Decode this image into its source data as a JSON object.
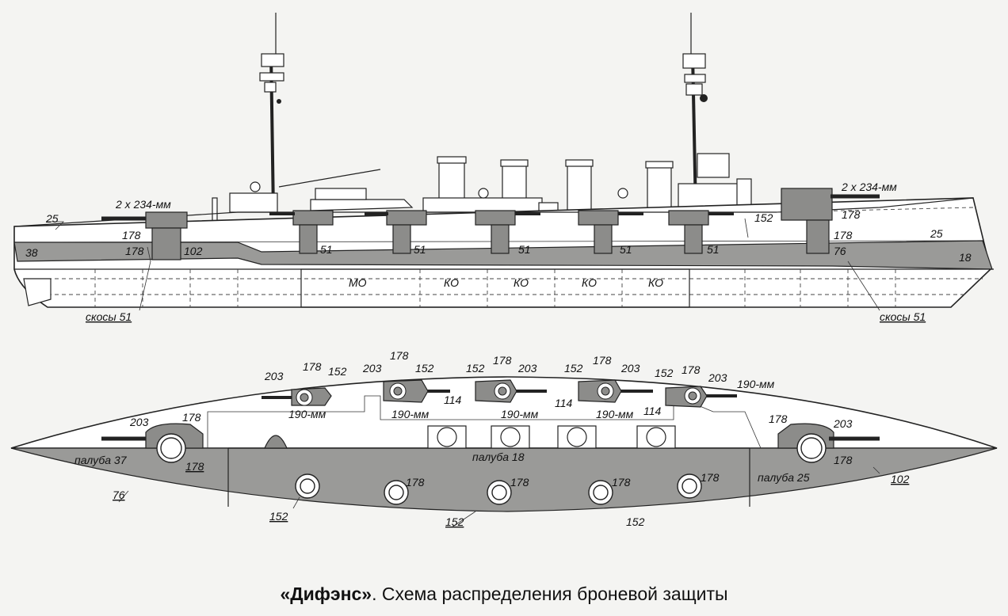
{
  "figure": {
    "caption_bold": "«Дифэнс»",
    "caption_rest": ". Схема распределения броневой защиты"
  },
  "profile": {
    "turret_fore_label": "2 x 234-мм",
    "turret_aft_label": "2 x 234-мм",
    "bow_upper": "25",
    "bow_belt": "38",
    "barbette_fore": "178",
    "belt_fore": "178",
    "bulkhead_fore": "102",
    "casemate_1": "51",
    "casemate_2": "51",
    "casemate_3": "51",
    "casemate_4": "51",
    "casemate_5": "51",
    "aft_bulkhead": "152",
    "turret_aft_front": "178",
    "barbette_aft": "178",
    "stern_upper": "25",
    "stern_belt_76": "76",
    "stern_belt_18": "18",
    "compartment_mo": "МО",
    "compartment_ko1": "КО",
    "compartment_ko2": "КО",
    "compartment_ko3": "КО",
    "compartment_ko4": "КО",
    "slopes_fore": "скосы 51",
    "slopes_aft": "скосы 51"
  },
  "plan": {
    "t1_203": "203",
    "t1_178": "178",
    "t1_152": "152",
    "t1_cal": "190-мм",
    "t2_203": "203",
    "t2_178": "178",
    "t2_152": "152",
    "t2_cal": "190-мм",
    "t2_114": "114",
    "t3_152": "152",
    "t3_178": "178",
    "t3_203": "203",
    "t3_cal": "190-мм",
    "t4_152": "152",
    "t4_178": "178",
    "t4_203": "203",
    "t4_cal": "190-мм",
    "t4_114": "114",
    "t5_152": "152",
    "t5_178": "178",
    "t5_203": "203",
    "t5_cal": "190-мм",
    "t5_114": "114",
    "main_fore_203": "203",
    "main_fore_178": "178",
    "main_fore_178b": "178",
    "main_aft_178": "178",
    "main_aft_203": "203",
    "main_aft_178b": "178",
    "deck_fore": "палуба 37",
    "deck_mid": "палуба 18",
    "deck_aft": "палуба 25",
    "bow_76": "76",
    "stern_102": "102",
    "side_152_a": "152",
    "side_152_b": "152",
    "side_152_c": "152",
    "mount_178_1": "178",
    "mount_178_2": "178",
    "mount_178_3": "178",
    "mount_178_4": "178"
  }
}
